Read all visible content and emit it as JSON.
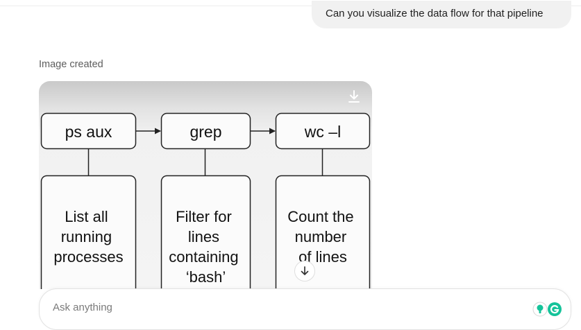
{
  "conversation": {
    "user_message": "Can you visualize the data flow for that pipeline",
    "status_label": "Image created"
  },
  "diagram": {
    "commands": [
      {
        "command": "ps aux",
        "description": [
          "List all",
          "running",
          "processes"
        ]
      },
      {
        "command": "grep",
        "description": [
          "Filter for",
          "lines",
          "containing",
          "‘bash’"
        ]
      },
      {
        "command": "wc –l",
        "description": [
          "Count the",
          "number",
          "of lines"
        ]
      }
    ]
  },
  "composer": {
    "placeholder": "Ask anything"
  },
  "icons": {
    "download": "download-icon",
    "scroll_down": "arrow-down-icon",
    "extensions": [
      "grammarly-assist-icon",
      "grammarly-icon"
    ]
  },
  "colors": {
    "grammarly_green": "#15c39a",
    "diagram_stroke": "#222222"
  }
}
